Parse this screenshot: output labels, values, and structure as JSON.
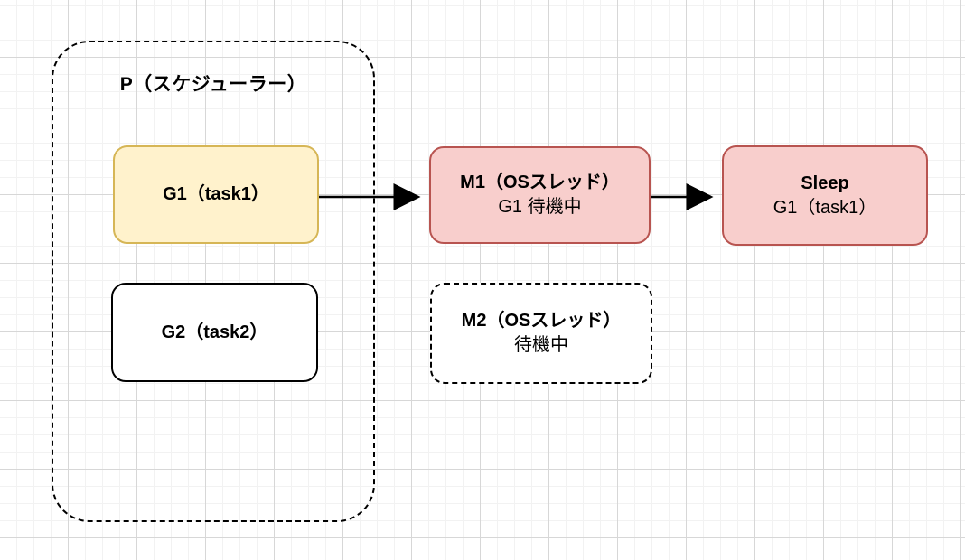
{
  "canvas": {
    "background": "#ffffff",
    "grid_minor_color": "#f2f2f2",
    "grid_major_color": "#d7d7d7"
  },
  "scheduler_group": {
    "title": "P（スケジューラー）",
    "stroke": "#000000"
  },
  "nodes": {
    "g1": {
      "label": "G1（task1）",
      "fill": "#FFF2CC",
      "stroke": "#D6B656"
    },
    "g2": {
      "label": "G2（task2）",
      "fill": "#FFFFFF",
      "stroke": "#000000"
    },
    "m1": {
      "title": "M1（OSスレッド）",
      "subtitle": "G1 待機中",
      "fill": "#F8CECC",
      "stroke": "#B85450"
    },
    "m2": {
      "title": "M2（OSスレッド）",
      "subtitle": "待機中",
      "fill": "#FFFFFF",
      "stroke": "#000000"
    },
    "sleep": {
      "title": "Sleep",
      "subtitle": "G1（task1）",
      "fill": "#F8CECC",
      "stroke": "#B85450"
    }
  },
  "edges": [
    {
      "from": "g1",
      "to": "m1"
    },
    {
      "from": "m1",
      "to": "sleep"
    }
  ],
  "edge_color": "#000000"
}
